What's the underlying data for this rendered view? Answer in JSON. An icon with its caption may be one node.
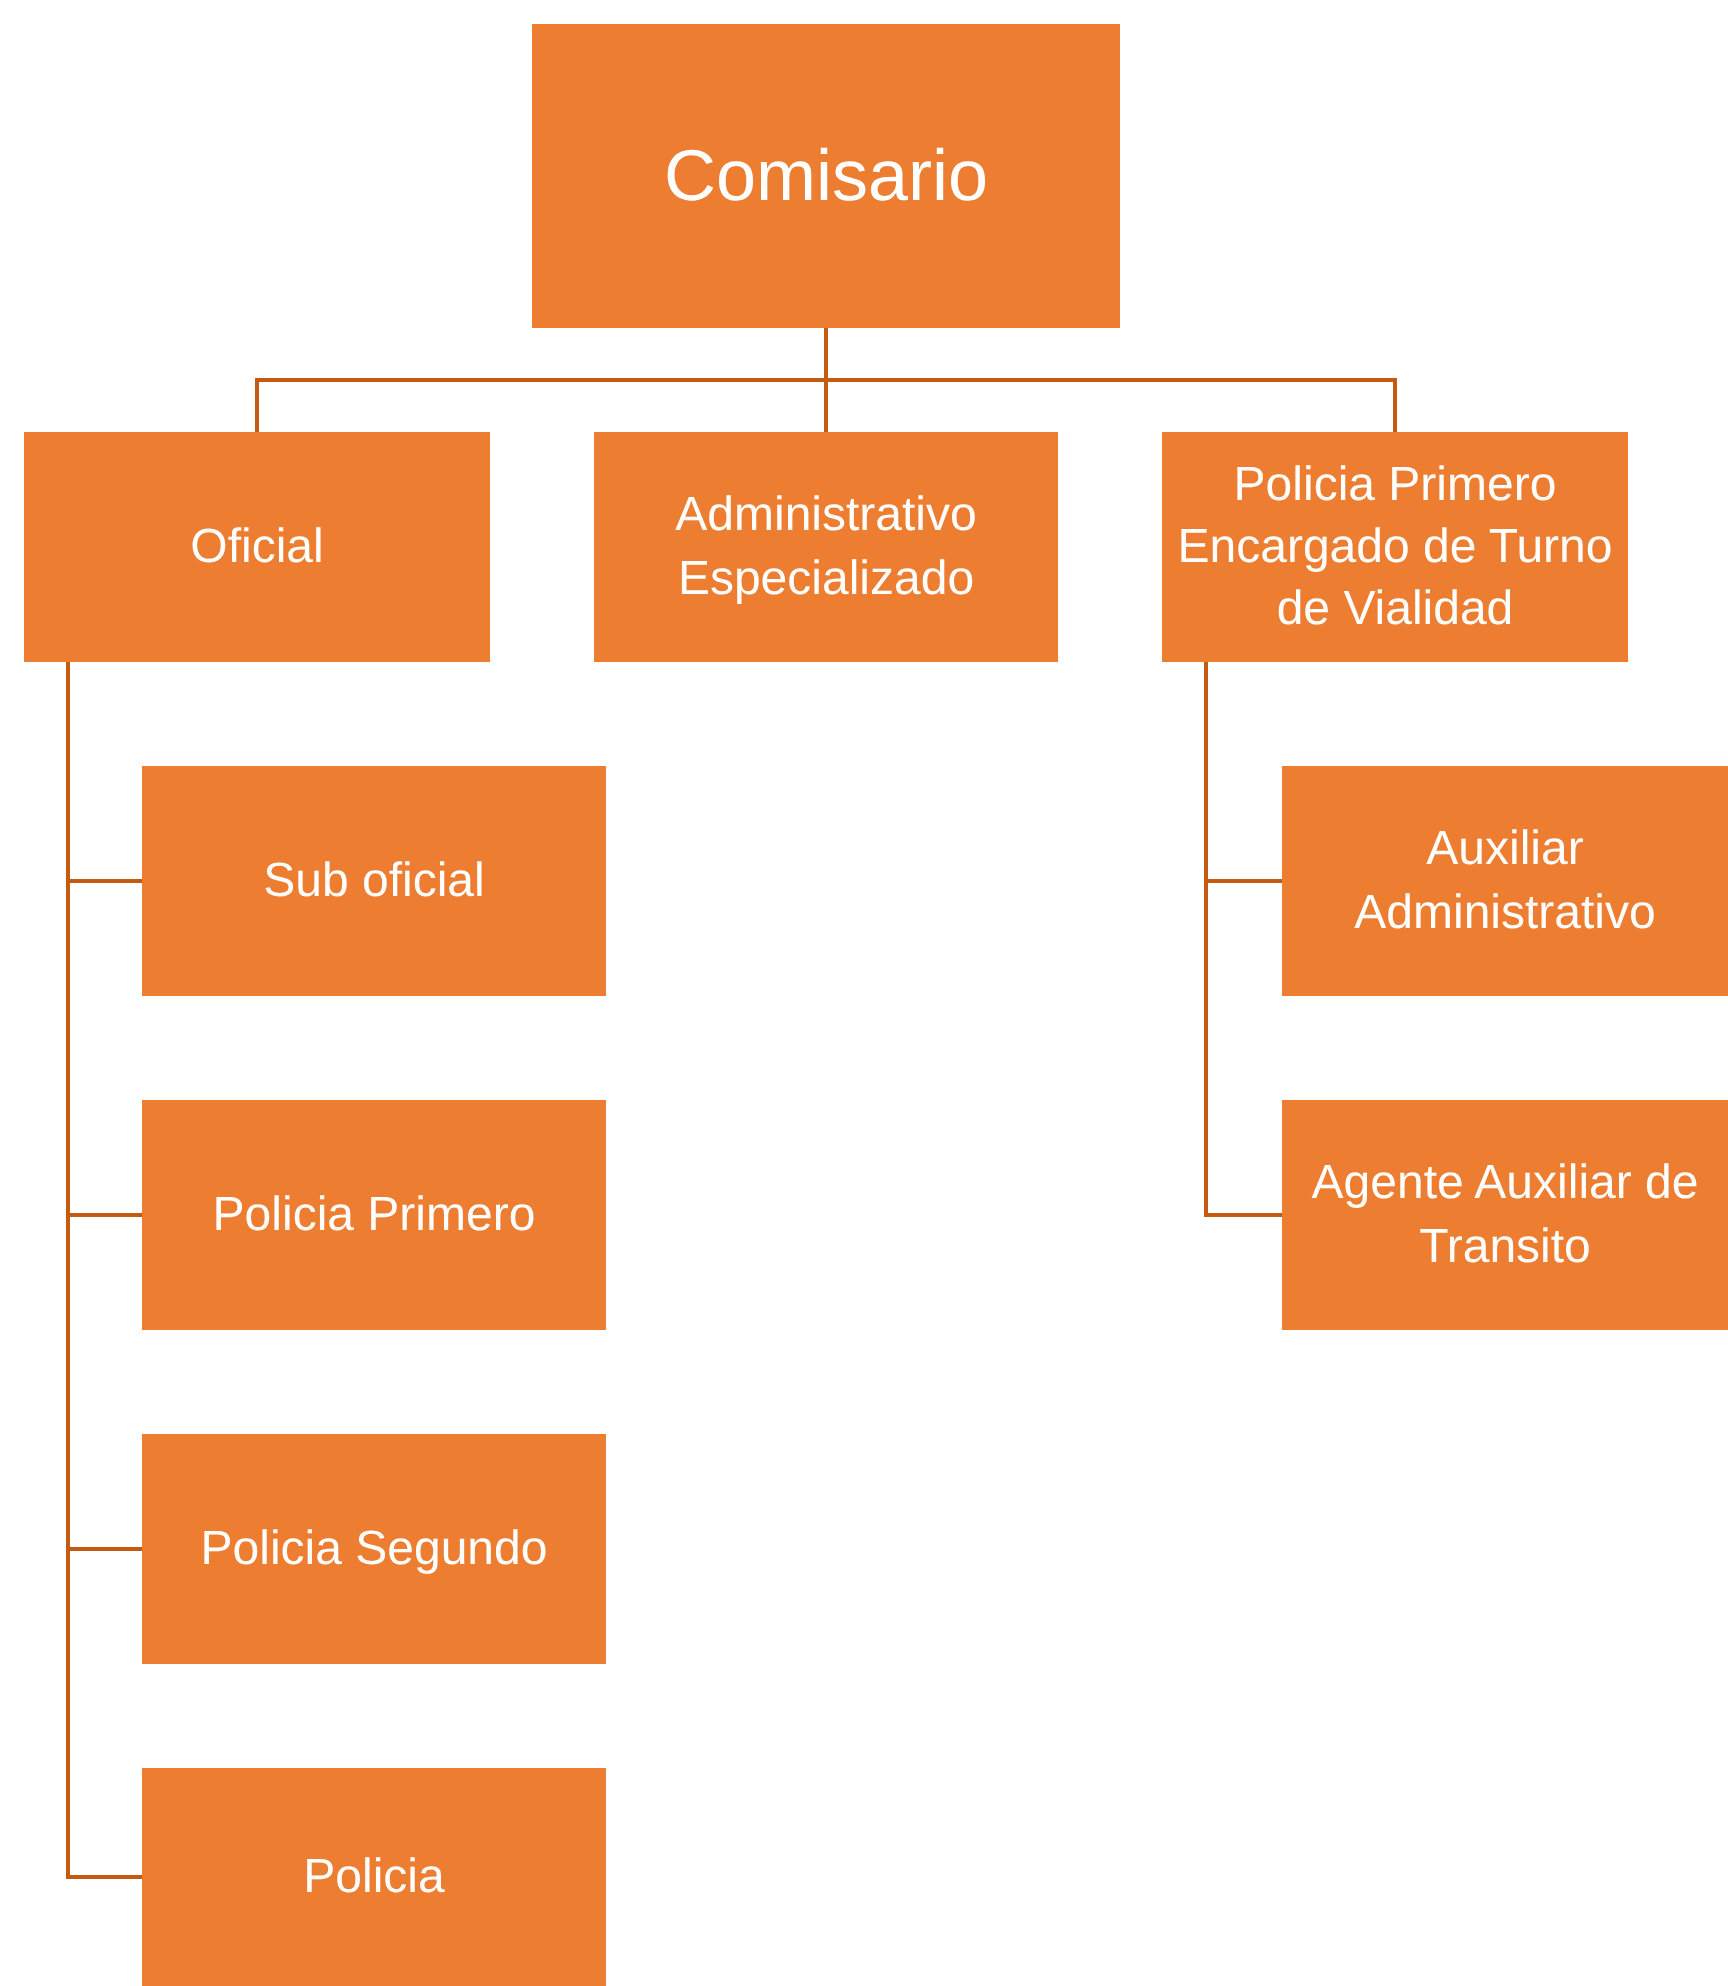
{
  "diagram": {
    "nodes": [
      {
        "text": [
          "Comisario"
        ]
      },
      {
        "text": [
          "Oficial"
        ]
      },
      {
        "text": [
          "Administrativo Especializado"
        ]
      },
      {
        "text": [
          "Policia Primero Encargado de Turno de Vialidad"
        ]
      },
      {
        "text": [
          "Sub oficial"
        ]
      },
      {
        "text": [
          "Policia Primero"
        ]
      },
      {
        "text": [
          "Policia Segundo"
        ]
      },
      {
        "text": [
          "Policia"
        ]
      },
      {
        "text": [
          "Auxiliar Administrativo"
        ]
      },
      {
        "text": [
          "Agente Auxiliar de Transito"
        ]
      }
    ],
    "edges": [
      {
        "from": 0,
        "to": 1,
        "arrow": "none"
      },
      {
        "from": 0,
        "to": 2,
        "arrow": "none"
      },
      {
        "from": 0,
        "to": 3,
        "arrow": "none"
      },
      {
        "from": 1,
        "to": 4,
        "arrow": "none"
      },
      {
        "from": 1,
        "to": 5,
        "arrow": "none"
      },
      {
        "from": 1,
        "to": 6,
        "arrow": "none"
      },
      {
        "from": 1,
        "to": 7,
        "arrow": "none"
      },
      {
        "from": 3,
        "to": 8,
        "arrow": "none"
      },
      {
        "from": 3,
        "to": 9,
        "arrow": "none"
      }
    ]
  }
}
